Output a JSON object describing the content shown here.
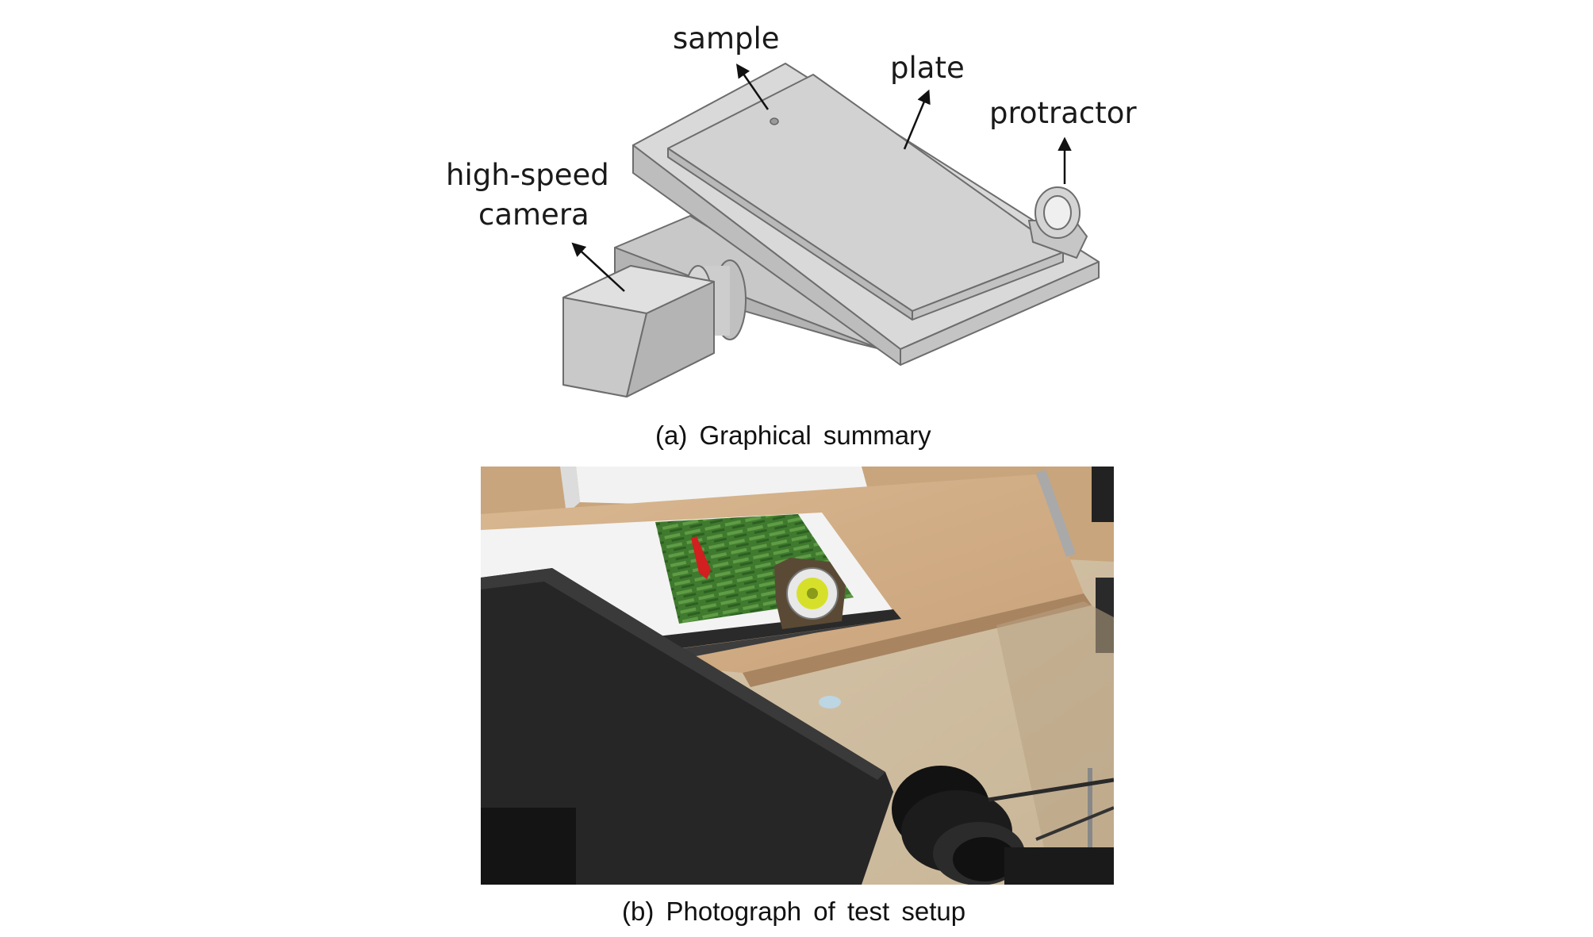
{
  "panel_a": {
    "caption": "(a) Graphical summary",
    "labels": {
      "sample": "sample",
      "plate": "plate",
      "protractor": "protractor",
      "camera_line1": "high-speed",
      "camera_line2": "camera"
    }
  },
  "panel_b": {
    "caption": "(b) Photograph of test setup"
  }
}
